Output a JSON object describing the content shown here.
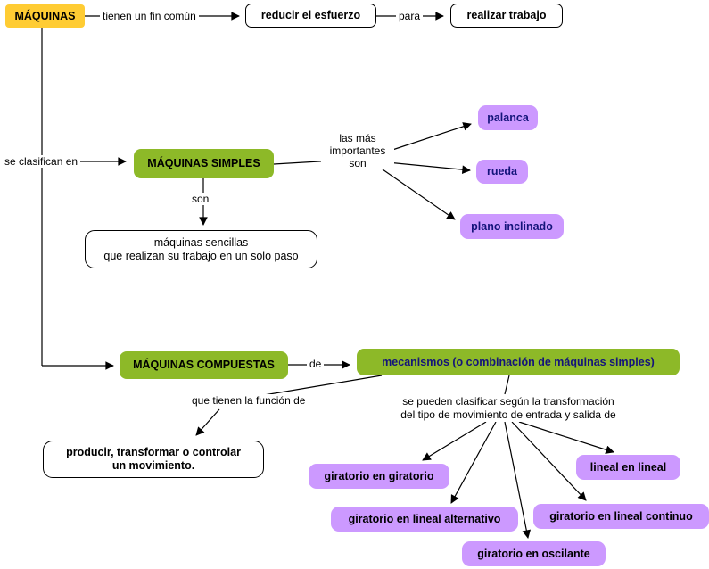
{
  "nodes": {
    "maquinas": "MÁQUINAS",
    "reducir": "reducir el esfuerzo",
    "realizar": "realizar trabajo",
    "simples": "MÁQUINAS SIMPLES",
    "palanca": "palanca",
    "rueda": "rueda",
    "plano": "plano inclinado",
    "sencillas": "máquinas sencillas\nque realizan su trabajo en un solo paso",
    "compuestas": "MÁQUINAS COMPUESTAS",
    "mecanismos": "mecanismos (o combinación de máquinas simples)",
    "producir": "producir, transformar o controlar\nun movimiento.",
    "giratorio_giratorio": "giratorio en giratorio",
    "giratorio_lineal_alternativo": "giratorio en lineal alternativo",
    "giratorio_oscilante": "giratorio en oscilante",
    "giratorio_lineal_continuo": "giratorio en lineal continuo",
    "lineal_lineal": "lineal en lineal"
  },
  "labels": {
    "fin_comun": "tienen un fin común",
    "para": "para",
    "clasifican": "se clasifican en",
    "mas_importantes": "las más\nimportantes\nson",
    "son": "son",
    "de": "de",
    "funcion": "que tienen la función de",
    "clasificar": "se pueden clasificar según la transformación\ndel tipo de movimiento de entrada y salida de"
  },
  "colors": {
    "node_yellow": "#FFCC33",
    "node_green": "#8DB928",
    "node_purple": "#CC99FF",
    "navy_text": "#14147A",
    "arrow": "#000000"
  }
}
